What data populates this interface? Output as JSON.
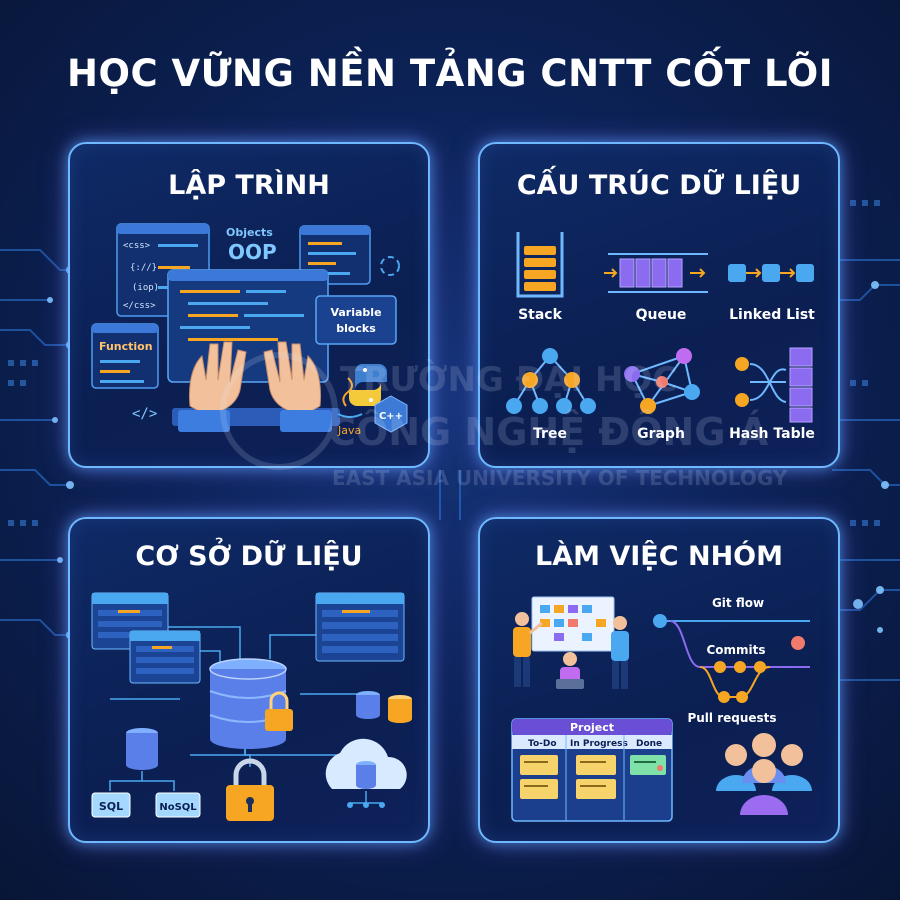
{
  "title": "HỌC VỮNG NỀN TẢNG CNTT CỐT LÕI",
  "watermark": {
    "line1": "TRƯỜNG ĐẠI HỌC",
    "line2": "CÔNG NGHỆ ĐÔNG Á",
    "line3": "EAST ASIA UNIVERSITY OF TECHNOLOGY"
  },
  "colors": {
    "background": "#0c2358",
    "card_border": "#6fb8ff",
    "accent_orange": "#f6a623",
    "accent_blue": "#4aa8f0",
    "accent_purple": "#8b6cf0"
  },
  "cards": {
    "programming": {
      "title": "LẬP TRÌNH",
      "objects": "Objects",
      "oop": "OOP",
      "function": "Function",
      "variable_line1": "Variable",
      "variable_line2": "blocks",
      "code_tag_lines": [
        "<css>",
        "{://}",
        "(iop)",
        "</css>"
      ],
      "code_symbol": "</>",
      "java": "Java",
      "cpp": "C++",
      "icons": [
        "python-icon",
        "java-icon",
        "cpp-icon",
        "refresh-icon",
        "keyboard-hands-icon"
      ]
    },
    "data_structures": {
      "title": "CẤU TRÚC DỮ LIỆU",
      "items": [
        "Stack",
        "Queue",
        "Linked List",
        "Tree",
        "Graph",
        "Hash Table"
      ]
    },
    "database": {
      "title": "CƠ SỞ DỮ LIỆU",
      "sql": "SQL",
      "nosql": "NoSQL",
      "icons": [
        "database-icon",
        "lock-icon",
        "cloud-database-icon",
        "table-icon"
      ]
    },
    "teamwork": {
      "title": "LÀM VIỆC NHÓM",
      "git_flow": "Git flow",
      "commits": "Commits",
      "pull_requests": "Pull requests",
      "board_title": "Project",
      "board_columns": [
        "To-Do",
        "In Progress",
        "Done"
      ],
      "icons": [
        "team-meeting-icon",
        "git-branch-icon",
        "team-icon"
      ]
    }
  }
}
